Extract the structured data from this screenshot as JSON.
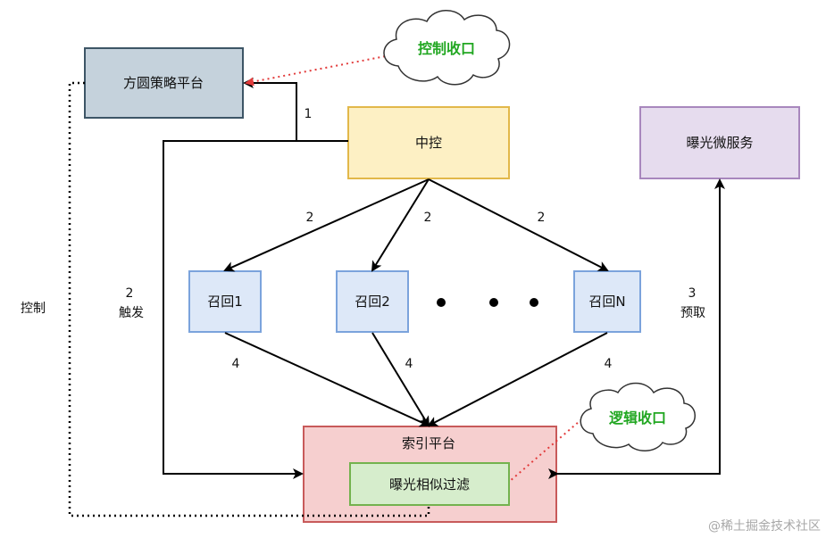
{
  "boxes": {
    "fangyuan": "方圆策略平台",
    "zhongkong": "中控",
    "baoguang_service": "曝光微服务",
    "recall_1": "召回1",
    "recall_2": "召回2",
    "recall_n": "召回N",
    "index_platform": "索引平台",
    "exposure_filter": "曝光相似过滤"
  },
  "clouds": {
    "control_close": "控制收口",
    "logic_close": "逻辑收口"
  },
  "edge_labels": {
    "step1": "1",
    "step2_left": "2",
    "step2_mid": "2",
    "step2_right": "2",
    "trigger_num": "2",
    "trigger_text": "触发",
    "prefetch_num": "3",
    "prefetch_text": "预取",
    "step4_left": "4",
    "step4_mid": "4",
    "step4_right": "4",
    "control": "控制"
  },
  "watermark": "@稀土掘金技术社区",
  "colors": {
    "fangyuan_fill": "#c5d2dc",
    "fangyuan_stroke": "#3d5566",
    "zhongkong_fill": "#fdf0c4",
    "zhongkong_stroke": "#e2b84a",
    "service_fill": "#e6dcee",
    "service_stroke": "#a887bd",
    "recall_fill": "#dde8f8",
    "recall_stroke": "#7ba3dc",
    "index_fill": "#f6cfcf",
    "index_stroke": "#c85a5a",
    "filter_fill": "#d6edcc",
    "filter_stroke": "#73b24e",
    "cloud_text": "#22a722",
    "dotted_red": "#e23b3b"
  }
}
